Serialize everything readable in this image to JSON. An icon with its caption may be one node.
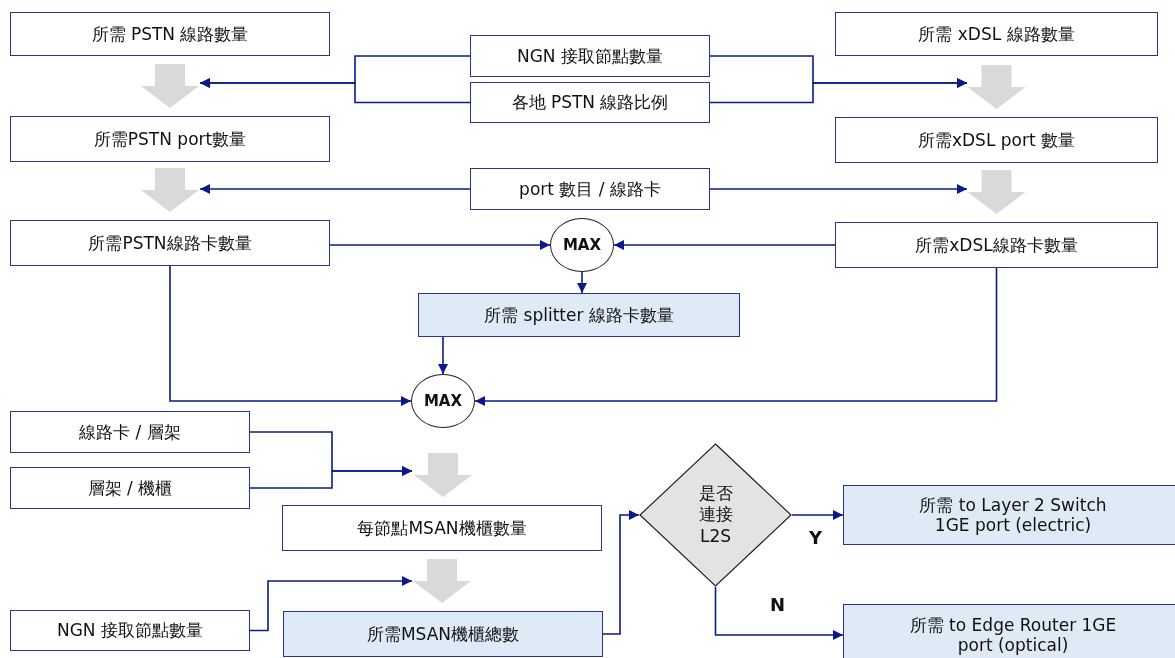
{
  "diagram": {
    "nodes": [
      {
        "text": [
          "所需 PSTN 線路數量"
        ]
      },
      {
        "text": [
          "NGN 接取節點數量"
        ]
      },
      {
        "text": [
          "所需 xDSL 線路數量"
        ]
      },
      {
        "text": [
          "各地 PSTN 線路比例"
        ]
      },
      {
        "text": [
          "所需PSTN port數量"
        ]
      },
      {
        "text": [
          "所需xDSL port 數量"
        ]
      },
      {
        "text": [
          "port 數目 / 線路卡"
        ]
      },
      {
        "text": [
          "所需PSTN線路卡數量"
        ]
      },
      {
        "text": [
          "MAX"
        ]
      },
      {
        "text": [
          "所需xDSL線路卡數量"
        ]
      },
      {
        "text": [
          "所需 splitter 線路卡數量"
        ]
      },
      {
        "text": [
          "MAX"
        ]
      },
      {
        "text": [
          "線路卡 / 層架"
        ]
      },
      {
        "text": [
          "層架 / 機櫃"
        ]
      },
      {
        "text": [
          "每節點MSAN機櫃數量"
        ]
      },
      {
        "text": [
          "NGN 接取節點數量"
        ]
      },
      {
        "text": [
          "所需MSAN機櫃總數"
        ]
      },
      {
        "text": [
          "是否連接L2S"
        ]
      },
      {
        "text": [
          "所需 to Layer 2 Switch 1GE port (electric)"
        ]
      },
      {
        "text": [
          "所需 to Edge Router 1GE port (optical)"
        ]
      }
    ],
    "edges": [
      {
        "from": 1,
        "to": 0,
        "arrow": "to"
      },
      {
        "from": 3,
        "to": 0,
        "arrow": "to"
      },
      {
        "from": 1,
        "to": 2,
        "arrow": "to"
      },
      {
        "from": 3,
        "to": 2,
        "arrow": "to"
      },
      {
        "from": 6,
        "to": 4,
        "arrow": "to"
      },
      {
        "from": 6,
        "to": 5,
        "arrow": "to"
      },
      {
        "from": 7,
        "to": 8,
        "arrow": "to"
      },
      {
        "from": 9,
        "to": 8,
        "arrow": "to"
      },
      {
        "from": 8,
        "to": 10,
        "arrow": "to"
      },
      {
        "from": 7,
        "to": 11,
        "arrow": "to"
      },
      {
        "from": 10,
        "to": 11,
        "arrow": "to"
      },
      {
        "from": 9,
        "to": 11,
        "arrow": "to"
      },
      {
        "from": 12,
        "to": null,
        "arrow": "to"
      },
      {
        "from": 13,
        "to": null,
        "arrow": "to"
      },
      {
        "from": 15,
        "to": 14,
        "arrow": "to"
      },
      {
        "from": 16,
        "to": 17,
        "arrow": "to"
      },
      {
        "from": 17,
        "to": 18,
        "arrow": "to",
        "label": "Y"
      },
      {
        "from": 17,
        "to": 19,
        "arrow": "to",
        "label": "N"
      },
      {
        "from": 0,
        "to": 4,
        "arrow": "to",
        "style": "thick",
        "color": "#d9d9d9"
      },
      {
        "from": 2,
        "to": 5,
        "arrow": "to",
        "style": "thick",
        "color": "#d9d9d9"
      },
      {
        "from": 4,
        "to": 7,
        "arrow": "to",
        "style": "thick",
        "color": "#d9d9d9"
      },
      {
        "from": 5,
        "to": 9,
        "arrow": "to",
        "style": "thick",
        "color": "#d9d9d9"
      },
      {
        "from": 11,
        "to": 14,
        "arrow": "to",
        "style": "thick",
        "color": "#d9d9d9"
      },
      {
        "from": 14,
        "to": 16,
        "arrow": "to",
        "style": "thick",
        "color": "#d9d9d9"
      }
    ]
  }
}
